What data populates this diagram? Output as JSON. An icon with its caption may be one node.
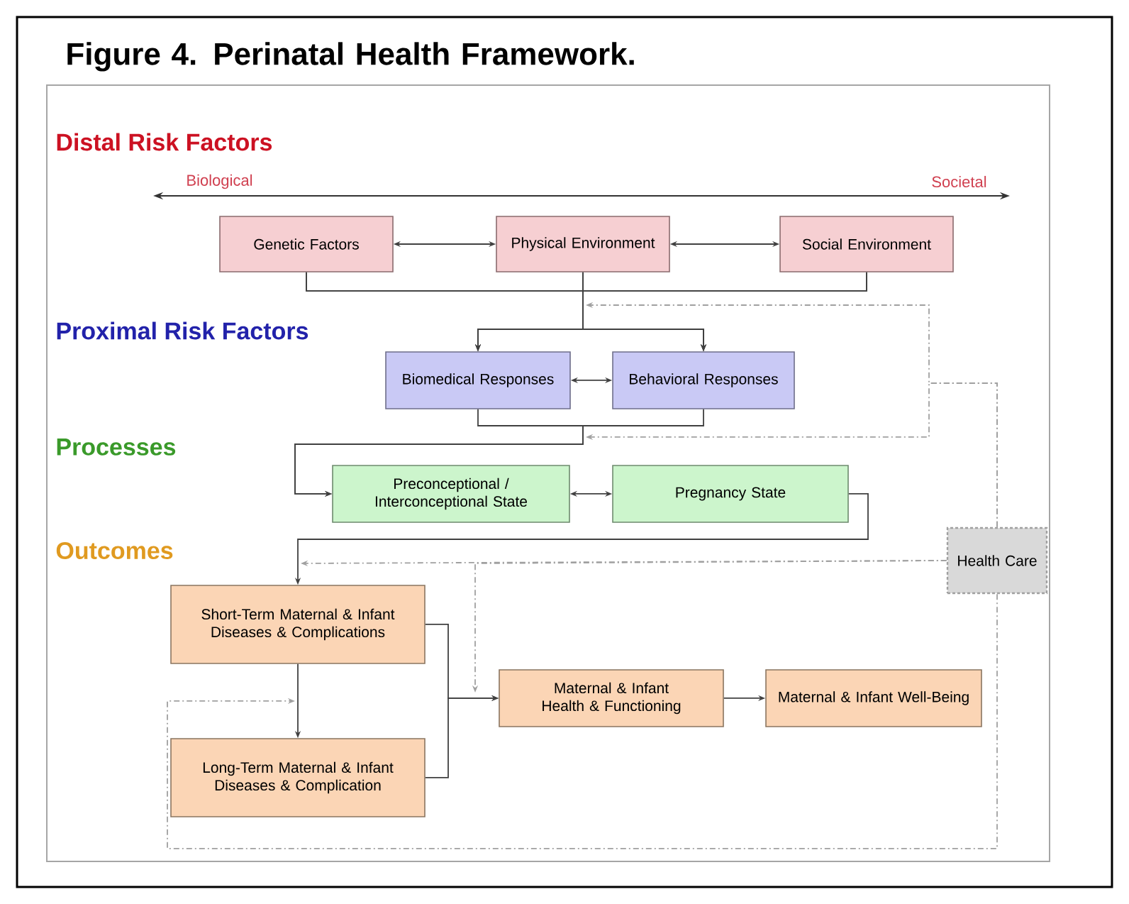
{
  "diagram": {
    "title": "Figure  4. Perinatal Health Framework.",
    "nodes": [
      {
        "text": [
          "Genetic Factors"
        ]
      },
      {
        "text": [
          "Physical Environment"
        ]
      },
      {
        "text": [
          "Social Environment"
        ]
      },
      {
        "text": [
          "Biomedical Responses"
        ]
      },
      {
        "text": [
          "Behavioral Responses"
        ]
      },
      {
        "text": [
          "Preconceptional / Interconceptional State"
        ]
      },
      {
        "text": [
          "Pregnancy State"
        ]
      },
      {
        "text": [
          "Health Care"
        ]
      },
      {
        "text": [
          "Short-Term Maternal & Infant Diseases & Complications"
        ]
      },
      {
        "text": [
          "Long-Term Maternal & Infant Diseases & Complication"
        ]
      },
      {
        "text": [
          "Maternal & Infant Health & Functioning"
        ]
      },
      {
        "text": [
          "Maternal & Infant Well-Being"
        ]
      }
    ],
    "edges": [
      {
        "from": 0,
        "to": 1,
        "arrow": "both"
      },
      {
        "from": 1,
        "to": 2,
        "arrow": "both"
      },
      {
        "from": 0,
        "to": 3,
        "arrow": "to"
      },
      {
        "from": 0,
        "to": 4,
        "arrow": "to"
      },
      {
        "from": 1,
        "to": 3,
        "arrow": "to"
      },
      {
        "from": 1,
        "to": 4,
        "arrow": "to"
      },
      {
        "from": 2,
        "to": 3,
        "arrow": "to"
      },
      {
        "from": 2,
        "to": 4,
        "arrow": "to"
      },
      {
        "from": 3,
        "to": 4,
        "arrow": "both"
      },
      {
        "from": 3,
        "to": 5,
        "arrow": "to"
      },
      {
        "from": 4,
        "to": 5,
        "arrow": "to"
      },
      {
        "from": 5,
        "to": 6,
        "arrow": "both"
      },
      {
        "from": 6,
        "to": 8,
        "arrow": "to"
      },
      {
        "from": 8,
        "to": 9,
        "arrow": "to"
      },
      {
        "from": 8,
        "to": 10,
        "arrow": "to"
      },
      {
        "from": 9,
        "to": 10,
        "arrow": "to"
      },
      {
        "from": 10,
        "to": 11,
        "arrow": "to"
      },
      {
        "from": 7,
        "to": null,
        "arrow": "to",
        "style": "dashed",
        "color": "#a0a0a0"
      },
      {
        "from": 7,
        "to": null,
        "arrow": "to",
        "style": "dashed",
        "color": "#a0a0a0"
      },
      {
        "from": 7,
        "to": null,
        "arrow": "to",
        "style": "dashed",
        "color": "#a0a0a0"
      },
      {
        "from": 7,
        "to": null,
        "arrow": "to",
        "style": "dashed",
        "color": "#a0a0a0"
      },
      {
        "from": 7,
        "to": null,
        "arrow": "to",
        "style": "dashed",
        "color": "#a0a0a0"
      }
    ],
    "labels": [
      "Distal Risk Factors",
      "Biological",
      "Societal",
      "Proximal Risk Factors",
      "Processes",
      "Outcomes"
    ]
  }
}
